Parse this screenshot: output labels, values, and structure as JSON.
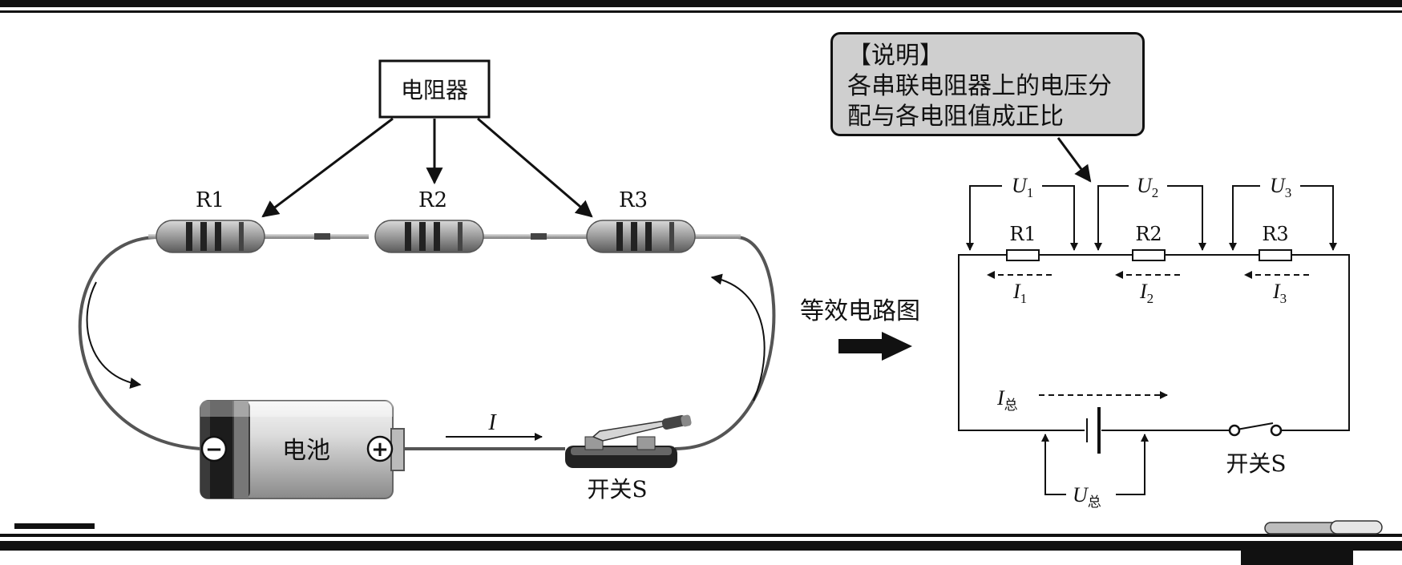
{
  "resistor_box_label": "电阻器",
  "resistors": [
    {
      "label": "R1"
    },
    {
      "label": "R2"
    },
    {
      "label": "R3"
    }
  ],
  "battery": {
    "label": "电池",
    "neg_symbol": "−",
    "pos_symbol": "+"
  },
  "current_label": "I",
  "switch_label": "开关S",
  "equiv_label": "等效电路图",
  "note": {
    "title": "【说明】",
    "lines": [
      "各串联电阻器上的电压分",
      "配与各电阻值成正比"
    ]
  },
  "schematic": {
    "voltages": [
      {
        "main": "U",
        "sub": "1"
      },
      {
        "main": "U",
        "sub": "2"
      },
      {
        "main": "U",
        "sub": "3"
      }
    ],
    "resistors": [
      {
        "label": "R1"
      },
      {
        "label": "R2"
      },
      {
        "label": "R3"
      }
    ],
    "currents": [
      {
        "main": "I",
        "sub": "1"
      },
      {
        "main": "I",
        "sub": "2"
      },
      {
        "main": "I",
        "sub": "3"
      }
    ],
    "total_current": {
      "main": "I",
      "sub": "总"
    },
    "total_voltage": {
      "main": "U",
      "sub": "总"
    },
    "switch_label": "开关S"
  }
}
